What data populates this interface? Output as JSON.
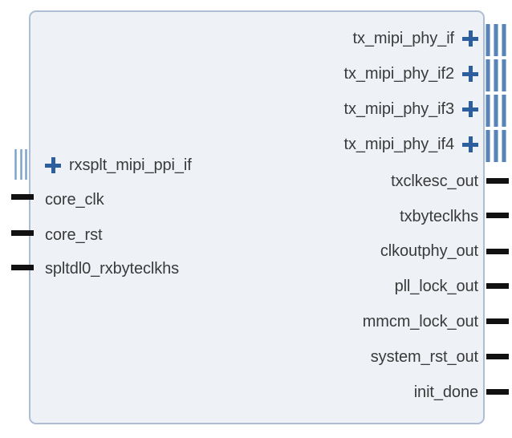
{
  "diagram": {
    "kind": "ip-block-symbol",
    "block_fill_color": "#eef2f7",
    "block_border_color": "#aebdd4",
    "bus_connector_color": "#5885b9",
    "pin_color": "#111111",
    "expander_color": "#2d5f9e",
    "label_color": "#3a3a3a"
  },
  "left_ports": [
    {
      "label": "rxsplt_mipi_ppi_if",
      "type": "interface",
      "connector": "bus",
      "expandable": true,
      "expander_glyph": "+"
    },
    {
      "label": "core_clk",
      "type": "signal",
      "connector": "pin",
      "expandable": false
    },
    {
      "label": "core_rst",
      "type": "signal",
      "connector": "pin",
      "expandable": false
    },
    {
      "label": "spltdl0_rxbyteclkhs",
      "type": "signal",
      "connector": "pin",
      "expandable": false
    }
  ],
  "right_ports": [
    {
      "label": "tx_mipi_phy_if",
      "type": "interface",
      "connector": "bus",
      "expandable": true,
      "expander_glyph": "+"
    },
    {
      "label": "tx_mipi_phy_if2",
      "type": "interface",
      "connector": "bus",
      "expandable": true,
      "expander_glyph": "+"
    },
    {
      "label": "tx_mipi_phy_if3",
      "type": "interface",
      "connector": "bus",
      "expandable": true,
      "expander_glyph": "+"
    },
    {
      "label": "tx_mipi_phy_if4",
      "type": "interface",
      "connector": "bus",
      "expandable": true,
      "expander_glyph": "+"
    },
    {
      "label": "txclkesc_out",
      "type": "signal",
      "connector": "pin",
      "expandable": false
    },
    {
      "label": "txbyteclkhs",
      "type": "signal",
      "connector": "pin",
      "expandable": false
    },
    {
      "label": "clkoutphy_out",
      "type": "signal",
      "connector": "pin",
      "expandable": false
    },
    {
      "label": "pll_lock_out",
      "type": "signal",
      "connector": "pin",
      "expandable": false
    },
    {
      "label": "mmcm_lock_out",
      "type": "signal",
      "connector": "pin",
      "expandable": false
    },
    {
      "label": "system_rst_out",
      "type": "signal",
      "connector": "pin",
      "expandable": false
    },
    {
      "label": "init_done",
      "type": "signal",
      "connector": "pin",
      "expandable": false
    }
  ]
}
